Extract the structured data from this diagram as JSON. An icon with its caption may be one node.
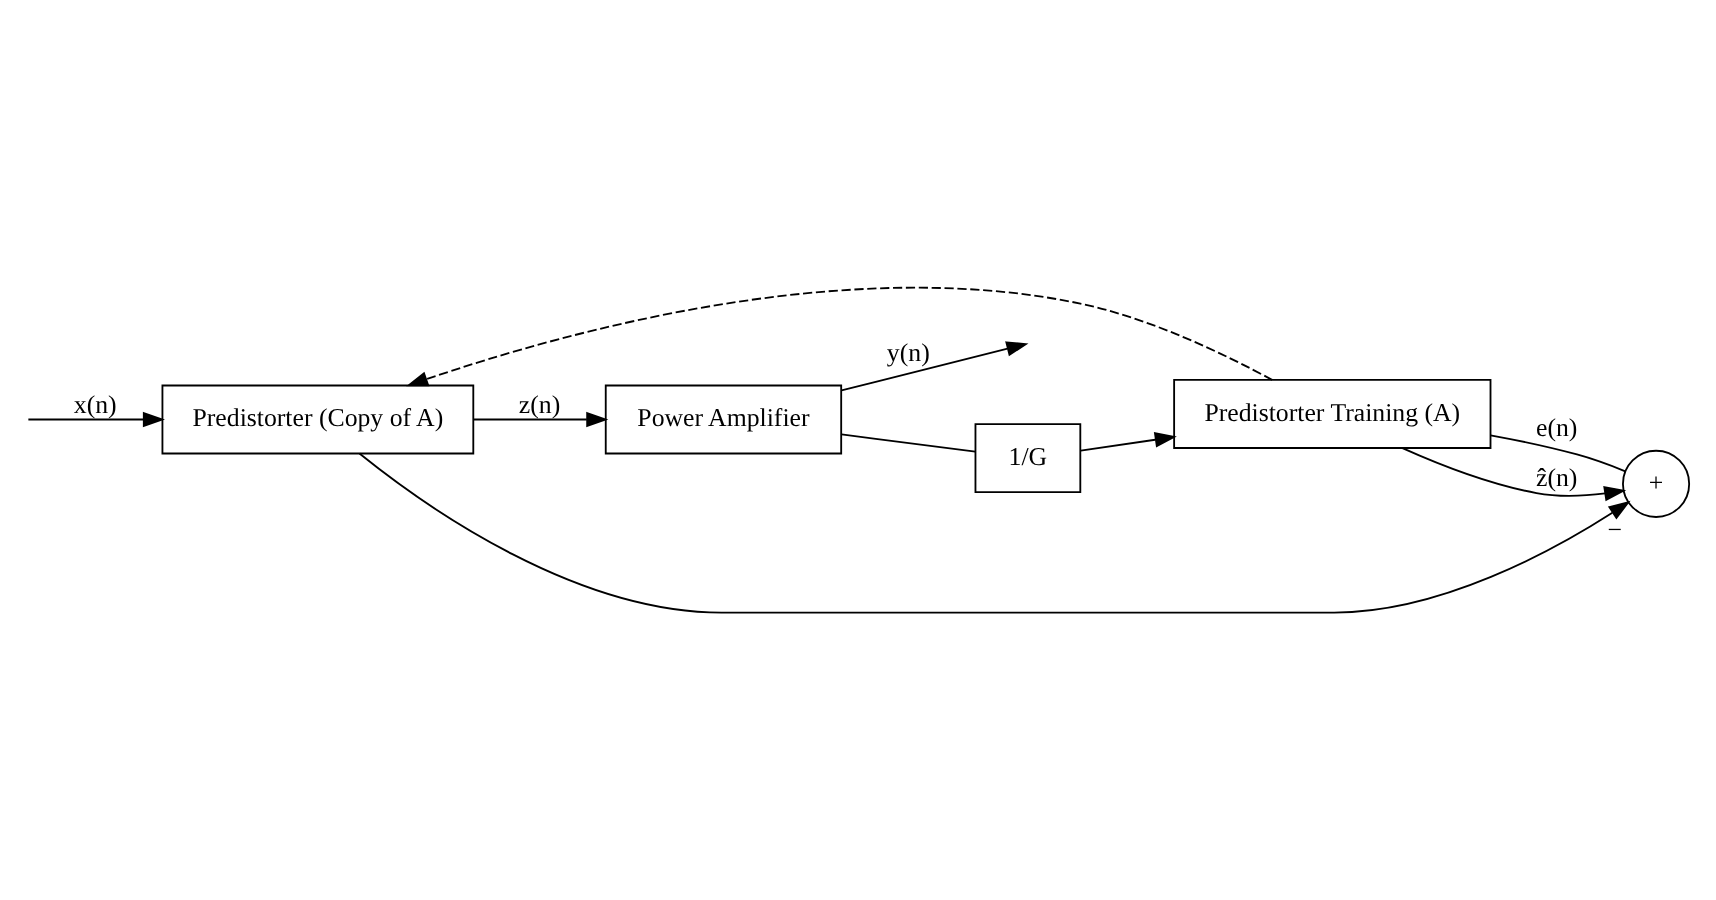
{
  "diagram": {
    "nodes": [
      {
        "text": [
          "Predistorter (Copy of A)"
        ]
      },
      {
        "text": [
          "Power Amplifier"
        ]
      },
      {
        "text": [
          "+"
        ],
        "beside": [
          "−"
        ]
      },
      {
        "text": [
          "1/G"
        ]
      },
      {
        "text": [
          "Predistorter Training (A)"
        ]
      }
    ],
    "edges": [
      {
        "from": null,
        "to": 0,
        "arrow": "to",
        "label": "x(n)"
      },
      {
        "from": 0,
        "to": 1,
        "arrow": "to",
        "label": "z(n)"
      },
      {
        "from": 0,
        "to": 2,
        "arrow": "to"
      },
      {
        "from": 1,
        "to": null,
        "arrow": "to",
        "label": "y(n)"
      },
      {
        "from": 1,
        "to": 3,
        "arrow": "none"
      },
      {
        "from": 3,
        "to": 4,
        "arrow": "to"
      },
      {
        "from": 2,
        "to": 4,
        "arrow": "none",
        "label": "e(n)"
      },
      {
        "from": 4,
        "to": 2,
        "arrow": "to",
        "label": "ẑ(n)"
      },
      {
        "from": 4,
        "to": 0,
        "arrow": "to",
        "style": "dashed"
      }
    ]
  }
}
